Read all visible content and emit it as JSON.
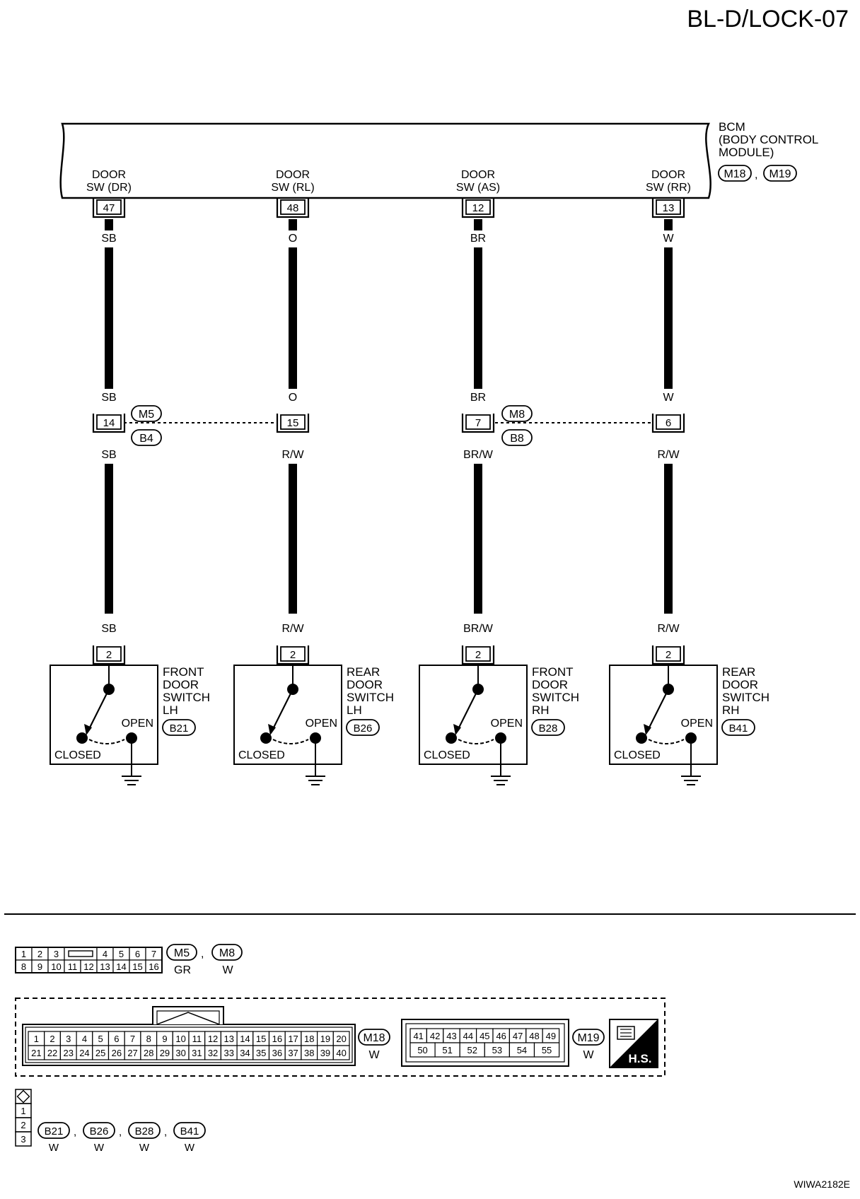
{
  "page": {
    "title": "BL-D/LOCK-07",
    "figure_id": "WIWA2182E"
  },
  "bcm": {
    "lines": [
      "BCM",
      "(BODY CONTROL",
      "MODULE)"
    ],
    "connectors": [
      "M18",
      "M19"
    ],
    "separator": ","
  },
  "circuits": [
    {
      "bcm_label": [
        "DOOR",
        "SW (DR)"
      ],
      "bcm_pin": "47",
      "wire_top": "SB",
      "jc_color_top": "SB",
      "jc_pin": "14",
      "jc_color_bottom": "SB",
      "sw_color": "SB",
      "sw_pin": "2",
      "sw_name": [
        "FRONT",
        "DOOR",
        "SWITCH",
        "LH"
      ],
      "sw_conn": "B21",
      "open_label": "OPEN",
      "closed_label": "CLOSED"
    },
    {
      "bcm_label": [
        "DOOR",
        "SW (RL)"
      ],
      "bcm_pin": "48",
      "wire_top": "O",
      "jc_color_top": "O",
      "jc_pin": "15",
      "jc_color_bottom": "R/W",
      "sw_color": "R/W",
      "sw_pin": "2",
      "sw_name": [
        "REAR",
        "DOOR",
        "SWITCH",
        "LH"
      ],
      "sw_conn": "B26",
      "open_label": "OPEN",
      "closed_label": "CLOSED"
    },
    {
      "bcm_label": [
        "DOOR",
        "SW (AS)"
      ],
      "bcm_pin": "12",
      "wire_top": "BR",
      "jc_color_top": "BR",
      "jc_pin": "7",
      "jc_color_bottom": "BR/W",
      "sw_color": "BR/W",
      "sw_pin": "2",
      "sw_name": [
        "FRONT",
        "DOOR",
        "SWITCH",
        "RH"
      ],
      "sw_conn": "B28",
      "open_label": "OPEN",
      "closed_label": "CLOSED"
    },
    {
      "bcm_label": [
        "DOOR",
        "SW (RR)"
      ],
      "bcm_pin": "13",
      "wire_top": "W",
      "jc_color_top": "W",
      "jc_pin": "6",
      "jc_color_bottom": "R/W",
      "sw_color": "R/W",
      "sw_pin": "2",
      "sw_name": [
        "REAR",
        "DOOR",
        "SWITCH",
        "RH"
      ],
      "sw_conn": "B41",
      "open_label": "OPEN",
      "closed_label": "CLOSED"
    }
  ],
  "joint_connectors": [
    {
      "top": "M5",
      "bottom": "B4"
    },
    {
      "top": "M8",
      "bottom": "B8"
    }
  ],
  "legend": {
    "m5m8": {
      "row1": [
        "1",
        "2",
        "3",
        "",
        "4",
        "5",
        "6",
        "7"
      ],
      "row2": [
        "8",
        "9",
        "10",
        "11",
        "12",
        "13",
        "14",
        "15",
        "16"
      ],
      "connectors": [
        "M5",
        "M8"
      ],
      "colors": [
        "GR",
        "W"
      ],
      "separator": ","
    },
    "m18": {
      "row1": [
        "1",
        "2",
        "3",
        "4",
        "5",
        "6",
        "7",
        "8",
        "9",
        "10",
        "11",
        "12",
        "13",
        "14",
        "15",
        "16",
        "17",
        "18",
        "19",
        "20"
      ],
      "row2": [
        "21",
        "22",
        "23",
        "24",
        "25",
        "26",
        "27",
        "28",
        "29",
        "30",
        "31",
        "32",
        "33",
        "34",
        "35",
        "36",
        "37",
        "38",
        "39",
        "40"
      ],
      "connector": "M18",
      "color": "W"
    },
    "m19": {
      "row1": [
        "41",
        "42",
        "43",
        "44",
        "45",
        "46",
        "47",
        "48",
        "49"
      ],
      "row2": [
        "50",
        "51",
        "52",
        "53",
        "54",
        "55"
      ],
      "connector": "M19",
      "color": "W"
    },
    "hs_badge": "H.S.",
    "switch_conn": {
      "pins": [
        "1",
        "2",
        "3"
      ],
      "connectors": [
        "B21",
        "B26",
        "B28",
        "B41"
      ],
      "colors": [
        "W",
        "W",
        "W",
        "W"
      ],
      "separator": ","
    }
  },
  "colors": {
    "ink": "#000000",
    "paper": "#ffffff"
  }
}
